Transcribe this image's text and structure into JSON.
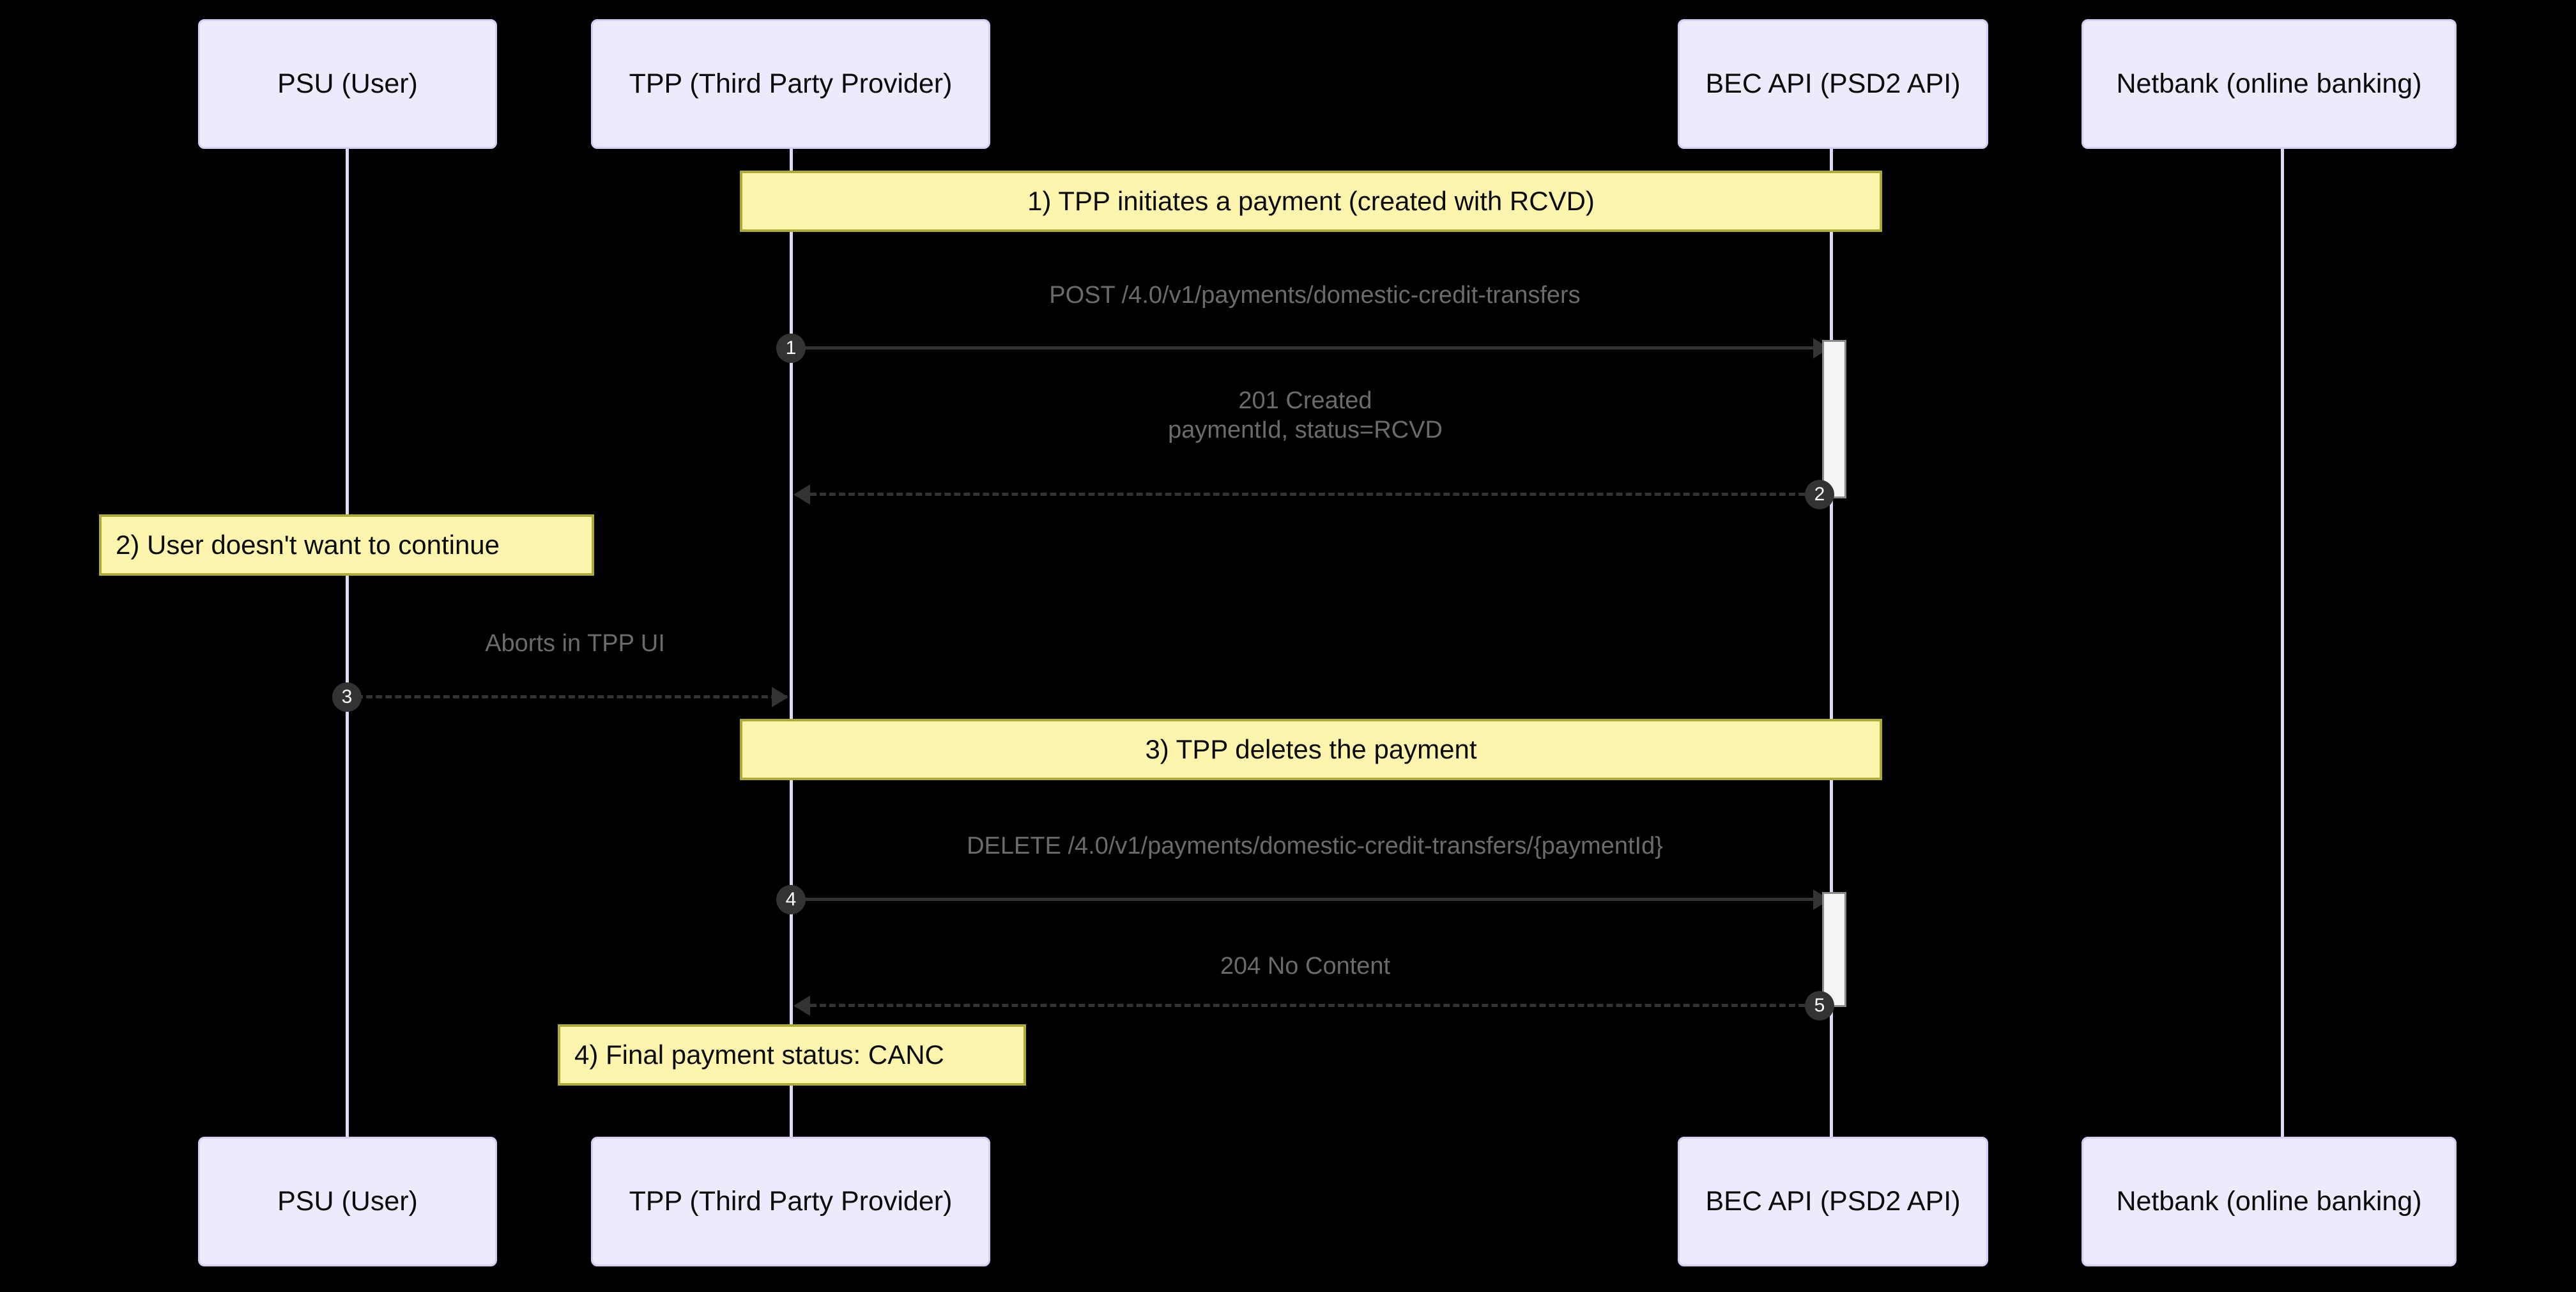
{
  "diagram": {
    "type": "sequence-diagram",
    "title": "",
    "background_color": "#000000",
    "actor_fill": "#eceafb",
    "actor_stroke": "#d9cdf5",
    "note_fill": "#fdf5ad",
    "note_stroke": "#adad33",
    "message_color": "#333333",
    "label_color": "#6b6b6b",
    "lifeline_color": "#e0d8f5",
    "activation_fill": "#f4f4f4",
    "activation_stroke": "#888888"
  },
  "participants": [
    {
      "id": "psu",
      "label": "PSU (User)"
    },
    {
      "id": "tpp",
      "label": "TPP (Third Party Provider)"
    },
    {
      "id": "bec",
      "label": "BEC API (PSD2 API)"
    },
    {
      "id": "netbank",
      "label": "Netbank (online banking)"
    }
  ],
  "notes": [
    {
      "id": "note1",
      "text": "1) TPP initiates a payment (created with RCVD)",
      "align": "center",
      "over": [
        "tpp",
        "bec"
      ]
    },
    {
      "id": "note2",
      "text": "2) User doesn't want to continue",
      "align": "left",
      "over": [
        "psu"
      ]
    },
    {
      "id": "note3",
      "text": "3) TPP deletes the payment",
      "align": "center",
      "over": [
        "tpp",
        "bec"
      ]
    },
    {
      "id": "note4",
      "text": "4) Final payment status: CANC",
      "align": "left",
      "over": [
        "tpp"
      ]
    }
  ],
  "messages": [
    {
      "seq": "1",
      "from": "tpp",
      "to": "bec",
      "direction": "right",
      "style": "solid",
      "lines": [
        "POST /4.0/v1/payments/domestic-credit-transfers"
      ]
    },
    {
      "seq": "2",
      "from": "bec",
      "to": "tpp",
      "direction": "left",
      "style": "dashed",
      "lines": [
        "201 Created",
        "paymentId, status=RCVD"
      ]
    },
    {
      "seq": "3",
      "from": "psu",
      "to": "tpp",
      "direction": "right",
      "style": "dashed",
      "lines": [
        "Aborts in TPP UI"
      ]
    },
    {
      "seq": "4",
      "from": "tpp",
      "to": "bec",
      "direction": "right",
      "style": "solid",
      "lines": [
        "DELETE /4.0/v1/payments/domestic-credit-transfers/{paymentId}"
      ]
    },
    {
      "seq": "5",
      "from": "bec",
      "to": "tpp",
      "direction": "left",
      "style": "dashed",
      "lines": [
        "204 No Content"
      ]
    }
  ],
  "activations": [
    {
      "on": "bec",
      "after_message": "1",
      "until_message": "2"
    },
    {
      "on": "bec",
      "after_message": "4",
      "until_message": "5"
    }
  ]
}
